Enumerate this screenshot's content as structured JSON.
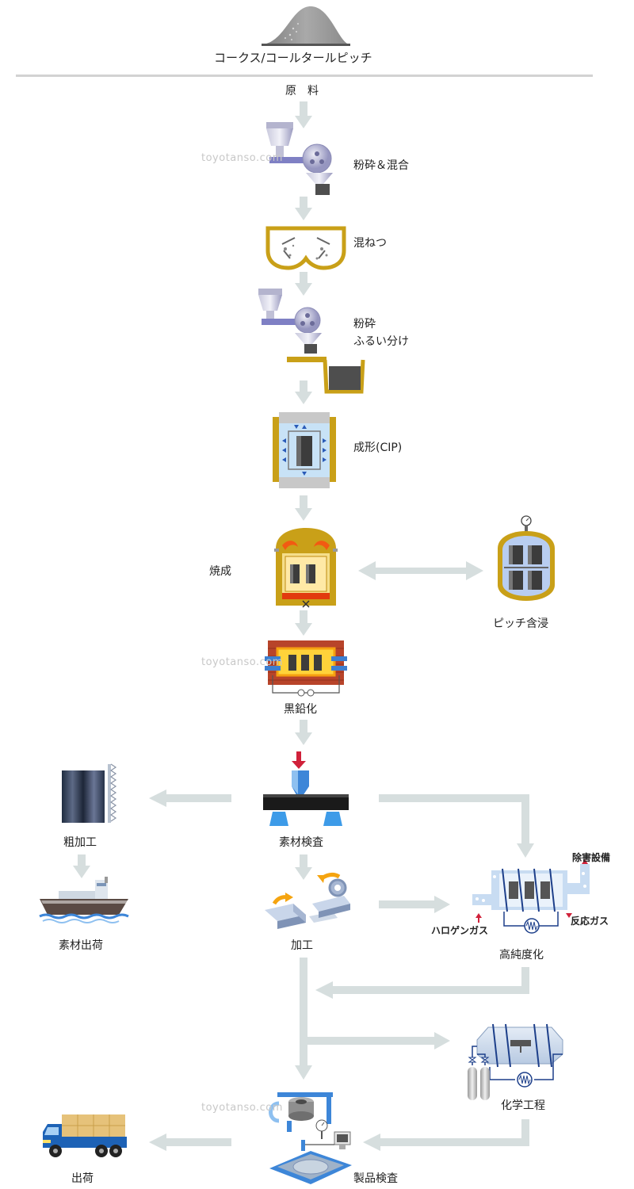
{
  "raw_material_label": "コークス/コールタールピッチ",
  "raw_material_heading": "原　料",
  "watermark": "toyotanso.com",
  "steps": {
    "crush_mix": "粉砕＆混合",
    "kneading": "混ねつ",
    "crush_sieve_1": "粉砕",
    "crush_sieve_2": "ふるい分け",
    "molding": "成形(CIP)",
    "baking": "焼成",
    "pitch_impregnation": "ピッチ含浸",
    "graphitization": "黒鉛化",
    "material_inspection": "素材検査",
    "rough_machining": "粗加工",
    "material_shipping": "素材出荷",
    "machining": "加工",
    "purification": "高純度化",
    "cvd": "化学工程",
    "product_inspection": "製品検査",
    "shipping": "出荷"
  },
  "purification_labels": {
    "halogen_gas": "ハロゲンガス",
    "reaction_gas": "反応ガス",
    "abatement": "除害設備"
  },
  "colors": {
    "arrow": "#d6dede",
    "frame_gold": "#c9a018",
    "equipment_blue": "#8e8fcf",
    "fire": "#f25a12",
    "cab_blue": "#1d62b6"
  }
}
